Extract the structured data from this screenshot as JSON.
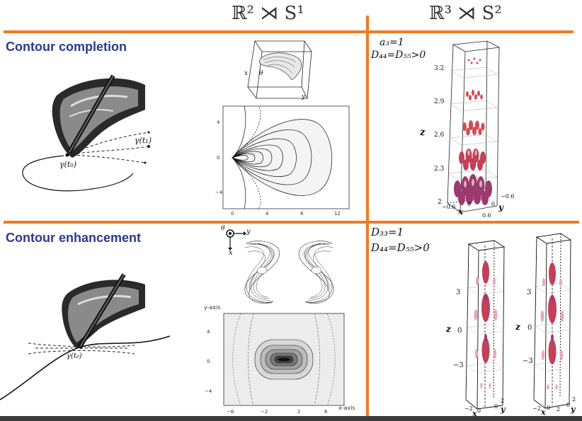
{
  "headers": {
    "left": "ℝ² ⋊ S¹",
    "right": "ℝ³ ⋊ S²"
  },
  "rows": {
    "completion": {
      "title": "Contour completion",
      "sketch_labels": {
        "gamma_t0": "γ(t₀)",
        "gamma_t1": "γ(t₁)"
      },
      "box_axes": {
        "x": "x",
        "theta": "θ",
        "y": "y"
      },
      "plot": {
        "yticks": [
          "4",
          "0",
          "−4"
        ],
        "xticks": [
          "0",
          "4",
          "8",
          "12"
        ]
      },
      "params": {
        "p1": "a₃=1",
        "p2": "D₄₄=D₅₅>0"
      },
      "z_axis": {
        "label": "z",
        "ticks": [
          "3.2",
          "2.9",
          "2.6",
          "2.3",
          "2"
        ]
      },
      "xy_ticks": {
        "x_left": "−0.6",
        "x_zero": "0",
        "x_right": "0.6",
        "y_zero": "0",
        "y_neg": "−0.6",
        "x_label": "x",
        "y_label": "y"
      }
    },
    "enhancement": {
      "title": "Contour enhancement",
      "sketch_labels": {
        "gamma_t0": "γ(t₀)"
      },
      "legend": {
        "theta": "θ",
        "y": "y",
        "x": "x"
      },
      "plot": {
        "yaxis_label": "y-axis",
        "xaxis_label": "x-axis",
        "yticks": [
          "4",
          "0",
          "−4"
        ],
        "xticks": [
          "−6",
          "−2",
          "2",
          "6"
        ]
      },
      "params": {
        "p1": "D₃₃=1",
        "p2": "D₄₄=D₅₅>0"
      },
      "z_axis": {
        "label": "z",
        "ticks": [
          "3",
          "0",
          "−3"
        ]
      },
      "z_axis2": {
        "label": "z",
        "ticks": [
          "3",
          "0",
          "−3"
        ]
      },
      "xy_ticks": {
        "neg": "−2",
        "zero": "0",
        "pos": "2",
        "x_label": "x",
        "y_label": "y"
      }
    }
  },
  "colors": {
    "divider": "#f07a23",
    "title": "#2b3990",
    "glyph_red": "#d44b55",
    "glyph_pale": "#f2c9cf"
  }
}
